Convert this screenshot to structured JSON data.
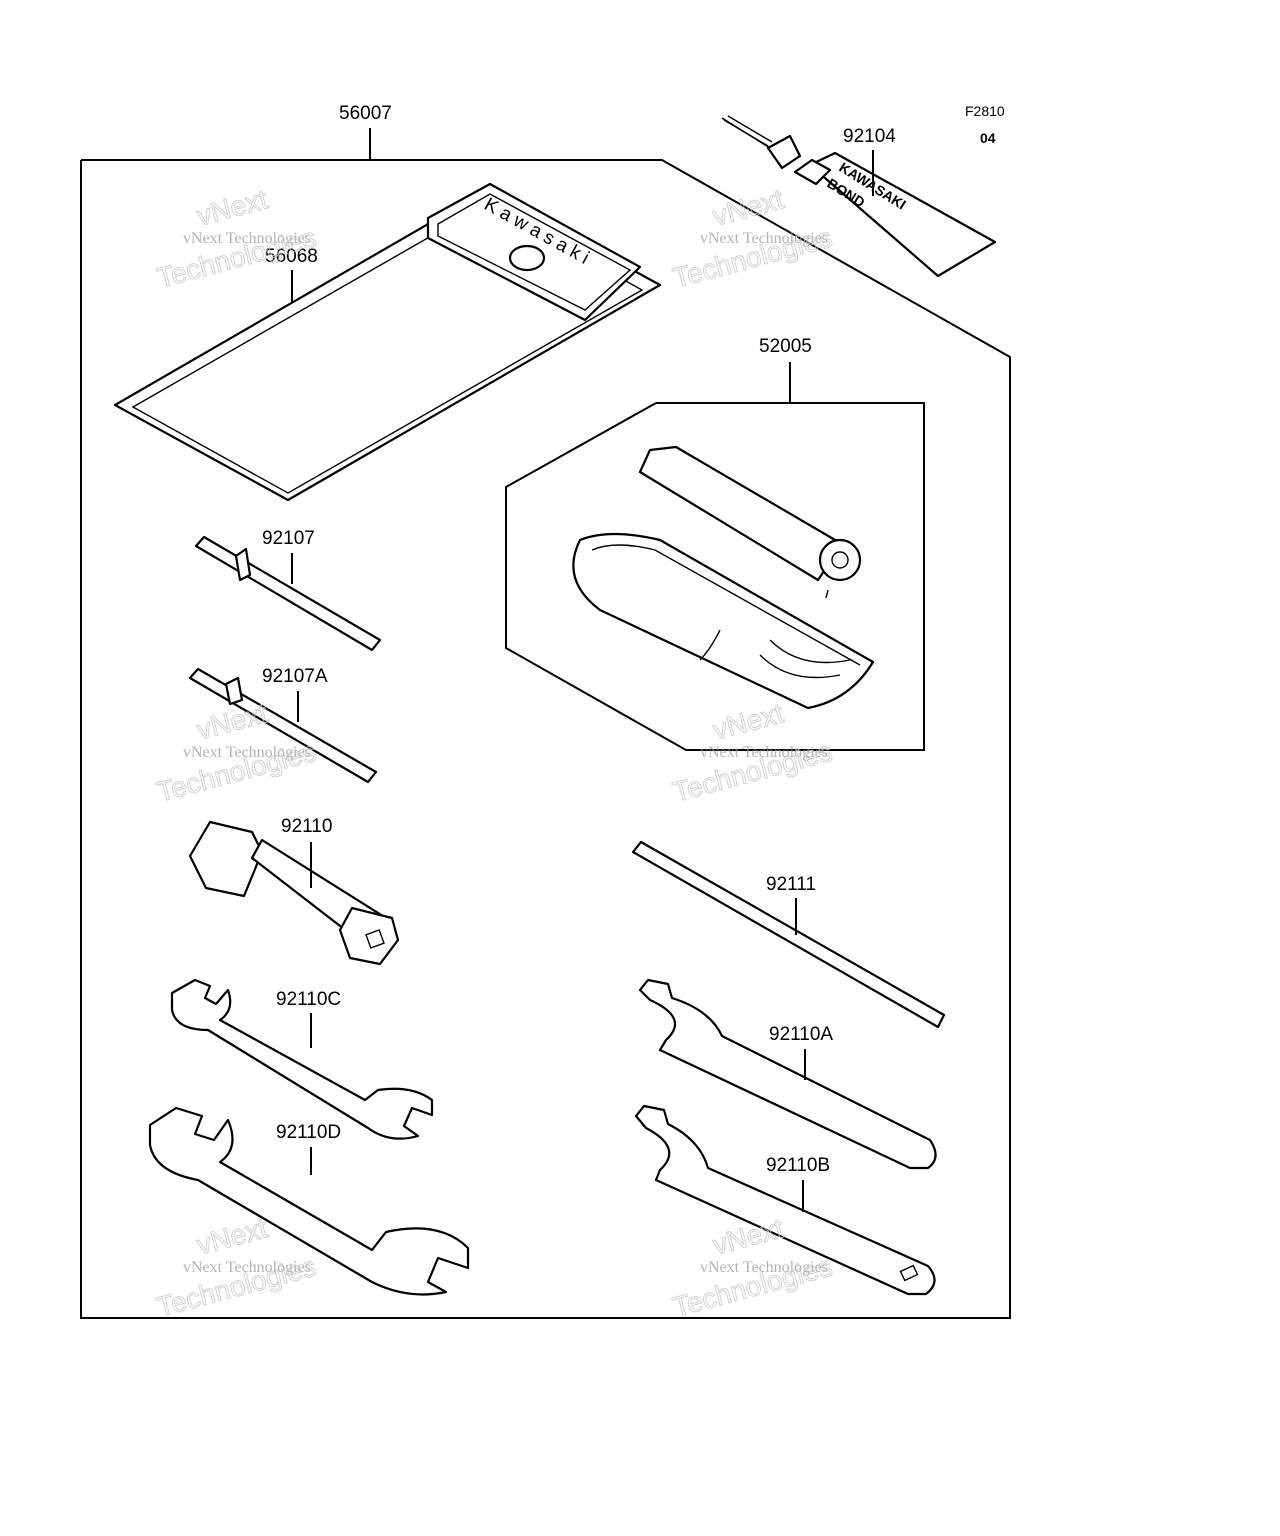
{
  "ref": {
    "code": "F2810",
    "rev": "04"
  },
  "parts": {
    "kit": "56007",
    "pouch": "56068",
    "bond_tube": "92104",
    "pump_set": "52005",
    "driver_1": "92107",
    "driver_2": "92107A",
    "plug_wrench": "92110",
    "bar": "92111",
    "wrench_c": "92110C",
    "wrench_d": "92110D",
    "hook_a": "92110A",
    "hook_b": "92110B"
  },
  "pouch_brand": "Kawasaki",
  "tube_label": [
    "KAWASAKI",
    "BOND"
  ],
  "watermark": {
    "line1": "vNext Technologies",
    "line2": "vNext",
    "line3": "Technologies"
  }
}
